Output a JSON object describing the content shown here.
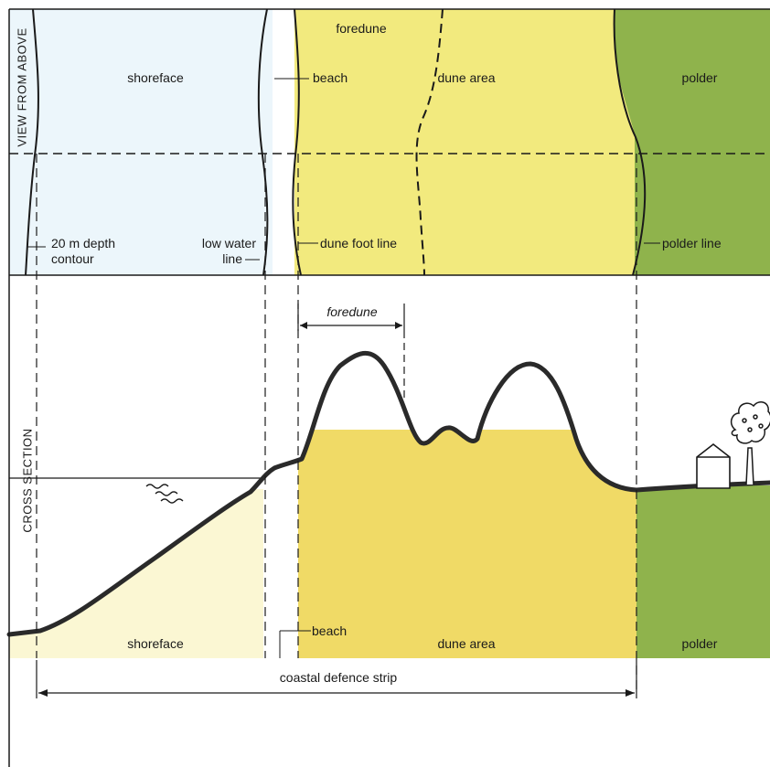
{
  "colors": {
    "shoreface_fill": "#ecf6fb",
    "shoreface_section_fill": "#fbf7d3",
    "dune_fill": "#f2ea7e",
    "dune_section_fill": "#f0da66",
    "polder_fill": "#8fb34c",
    "ink": "#1a1a1a"
  },
  "view_above": {
    "title": "VIEW FROM ABOVE",
    "shoreface": "shoreface",
    "beach": "beach",
    "foredune": "foredune",
    "dune_area": "dune area",
    "polder": "polder",
    "depth_contour_1": "20 m depth",
    "depth_contour_2": "contour",
    "low_water_1": "low water",
    "low_water_2": "line",
    "dune_foot_line": "dune foot line",
    "polder_line": "polder line"
  },
  "cross_section": {
    "title": "CROSS SECTION",
    "foredune": "foredune",
    "shoreface": "shoreface",
    "beach": "beach",
    "dune_area": "dune area",
    "polder": "polder",
    "coastal_defence_strip": "coastal defence strip"
  }
}
